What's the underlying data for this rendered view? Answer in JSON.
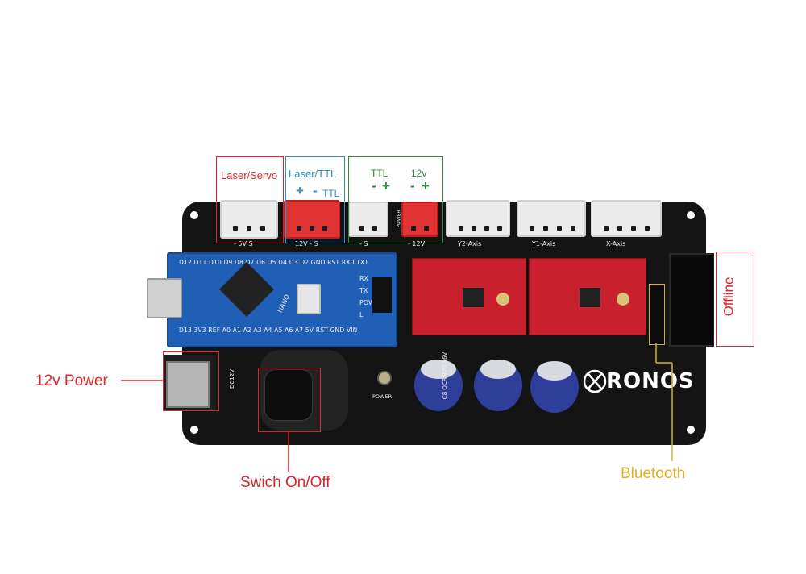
{
  "labels": {
    "laser_servo": "Laser/Servo",
    "laser_ttl": "Laser/TTL",
    "laser_ttl_plus": "+",
    "laser_ttl_minus": "-",
    "laser_ttl_ttl": "TTL",
    "ttl": "TTL",
    "ttl_minus": "-",
    "ttl_plus": "+",
    "v12": "12v",
    "v12_minus": "-",
    "v12_plus": "+",
    "offline": "Offline",
    "power_12v": "12v Power",
    "switch": "Swich On/Off",
    "bluetooth": "Bluetooth"
  },
  "silkscreen": {
    "conn1": "- 5V  S",
    "conn2": "12V  -  S",
    "conn3": "-  S",
    "conn4": "-  12V",
    "y2": "Y2-Axis",
    "y1": "Y1-Axis",
    "x": "X-Axis",
    "power_small": "POWER",
    "power_led": "POWER",
    "dc": "DC12V",
    "brand": "RONOS",
    "nano": "NANO",
    "nano_top_pins": "D12 D11 D10 D9 D8 D7 D6 D5 D4 D3 D2 GND RST RX0 TX1",
    "nano_bottom_pins": "D13 3V3 REF A0 A1 A2 A3 A4 A5 A6 A7 5V RST GND VIN",
    "rx": "RX",
    "tx": "TX",
    "pow": "POW",
    "l": "L",
    "cap_text": [
      "C8",
      "OCR",
      "470",
      "16V"
    ]
  },
  "colors": {
    "red": "#d9262b",
    "blue": "#2f8fd1",
    "green": "#2e8b3a",
    "gold": "#e0b020",
    "board": "#141414",
    "nano_blue": "#1f5fb5",
    "driver_red": "#c8202c"
  }
}
